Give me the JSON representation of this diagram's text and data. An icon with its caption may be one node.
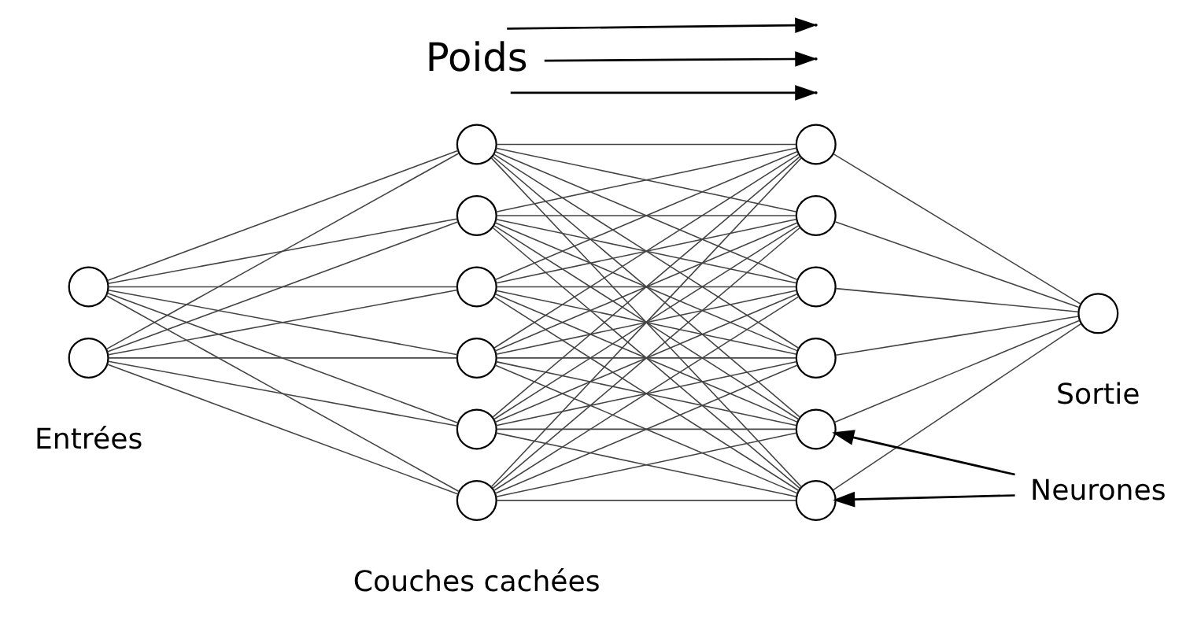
{
  "diagram": {
    "nodes": [
      {
        "text": [
          "Poids"
        ]
      },
      {
        "text": [],
        "shape": "circle"
      },
      {
        "text": [],
        "shape": "circle"
      },
      {
        "text": [],
        "shape": "circle"
      },
      {
        "text": [],
        "shape": "circle"
      },
      {
        "text": [],
        "shape": "circle"
      },
      {
        "text": [],
        "shape": "circle"
      },
      {
        "text": [],
        "shape": "circle"
      },
      {
        "text": [],
        "shape": "circle"
      },
      {
        "text": [],
        "shape": "circle"
      },
      {
        "text": [],
        "shape": "circle"
      },
      {
        "text": [],
        "shape": "circle"
      },
      {
        "text": [],
        "shape": "circle"
      },
      {
        "text": [],
        "shape": "circle"
      },
      {
        "text": [],
        "shape": "circle"
      },
      {
        "text": [],
        "shape": "circle"
      },
      {
        "text": [
          "Neurones"
        ]
      }
    ],
    "edges": [
      {
        "from": 0,
        "to": null,
        "arrow": "to"
      },
      {
        "from": 0,
        "to": null,
        "arrow": "to"
      },
      {
        "from": 0,
        "to": null,
        "arrow": "to"
      },
      {
        "from": 1,
        "to": 3,
        "arrow": "none"
      },
      {
        "from": 1,
        "to": 4,
        "arrow": "none"
      },
      {
        "from": 1,
        "to": 5,
        "arrow": "none"
      },
      {
        "from": 1,
        "to": 6,
        "arrow": "none"
      },
      {
        "from": 1,
        "to": 7,
        "arrow": "none"
      },
      {
        "from": 1,
        "to": 8,
        "arrow": "none"
      },
      {
        "from": 2,
        "to": 3,
        "arrow": "none"
      },
      {
        "from": 2,
        "to": 4,
        "arrow": "none"
      },
      {
        "from": 2,
        "to": 5,
        "arrow": "none"
      },
      {
        "from": 2,
        "to": 6,
        "arrow": "none"
      },
      {
        "from": 2,
        "to": 7,
        "arrow": "none"
      },
      {
        "from": 2,
        "to": 8,
        "arrow": "none"
      },
      {
        "from": 3,
        "to": 9,
        "arrow": "none"
      },
      {
        "from": 3,
        "to": 10,
        "arrow": "none"
      },
      {
        "from": 3,
        "to": 11,
        "arrow": "none"
      },
      {
        "from": 3,
        "to": 12,
        "arrow": "none"
      },
      {
        "from": 3,
        "to": 13,
        "arrow": "none"
      },
      {
        "from": 3,
        "to": 14,
        "arrow": "none"
      },
      {
        "from": 4,
        "to": 9,
        "arrow": "none"
      },
      {
        "from": 4,
        "to": 10,
        "arrow": "none"
      },
      {
        "from": 4,
        "to": 11,
        "arrow": "none"
      },
      {
        "from": 4,
        "to": 12,
        "arrow": "none"
      },
      {
        "from": 4,
        "to": 13,
        "arrow": "none"
      },
      {
        "from": 4,
        "to": 14,
        "arrow": "none"
      },
      {
        "from": 5,
        "to": 9,
        "arrow": "none"
      },
      {
        "from": 5,
        "to": 10,
        "arrow": "none"
      },
      {
        "from": 5,
        "to": 11,
        "arrow": "none"
      },
      {
        "from": 5,
        "to": 12,
        "arrow": "none"
      },
      {
        "from": 5,
        "to": 13,
        "arrow": "none"
      },
      {
        "from": 5,
        "to": 14,
        "arrow": "none"
      },
      {
        "from": 6,
        "to": 9,
        "arrow": "none"
      },
      {
        "from": 6,
        "to": 10,
        "arrow": "none"
      },
      {
        "from": 6,
        "to": 11,
        "arrow": "none"
      },
      {
        "from": 6,
        "to": 12,
        "arrow": "none"
      },
      {
        "from": 6,
        "to": 13,
        "arrow": "none"
      },
      {
        "from": 6,
        "to": 14,
        "arrow": "none"
      },
      {
        "from": 7,
        "to": 9,
        "arrow": "none"
      },
      {
        "from": 7,
        "to": 10,
        "arrow": "none"
      },
      {
        "from": 7,
        "to": 11,
        "arrow": "none"
      },
      {
        "from": 7,
        "to": 12,
        "arrow": "none"
      },
      {
        "from": 7,
        "to": 13,
        "arrow": "none"
      },
      {
        "from": 7,
        "to": 14,
        "arrow": "none"
      },
      {
        "from": 8,
        "to": 9,
        "arrow": "none"
      },
      {
        "from": 8,
        "to": 10,
        "arrow": "none"
      },
      {
        "from": 8,
        "to": 11,
        "arrow": "none"
      },
      {
        "from": 8,
        "to": 12,
        "arrow": "none"
      },
      {
        "from": 8,
        "to": 13,
        "arrow": "none"
      },
      {
        "from": 8,
        "to": 14,
        "arrow": "none"
      },
      {
        "from": 9,
        "to": 15,
        "arrow": "none"
      },
      {
        "from": 10,
        "to": 15,
        "arrow": "none"
      },
      {
        "from": 11,
        "to": 15,
        "arrow": "none"
      },
      {
        "from": 12,
        "to": 15,
        "arrow": "none"
      },
      {
        "from": 13,
        "to": 15,
        "arrow": "none"
      },
      {
        "from": 14,
        "to": 15,
        "arrow": "none"
      },
      {
        "from": 16,
        "to": 13,
        "arrow": "to"
      },
      {
        "from": 16,
        "to": 14,
        "arrow": "to"
      }
    ],
    "labels": [
      "Entrées",
      "Sortie",
      "Couches cachées"
    ]
  }
}
